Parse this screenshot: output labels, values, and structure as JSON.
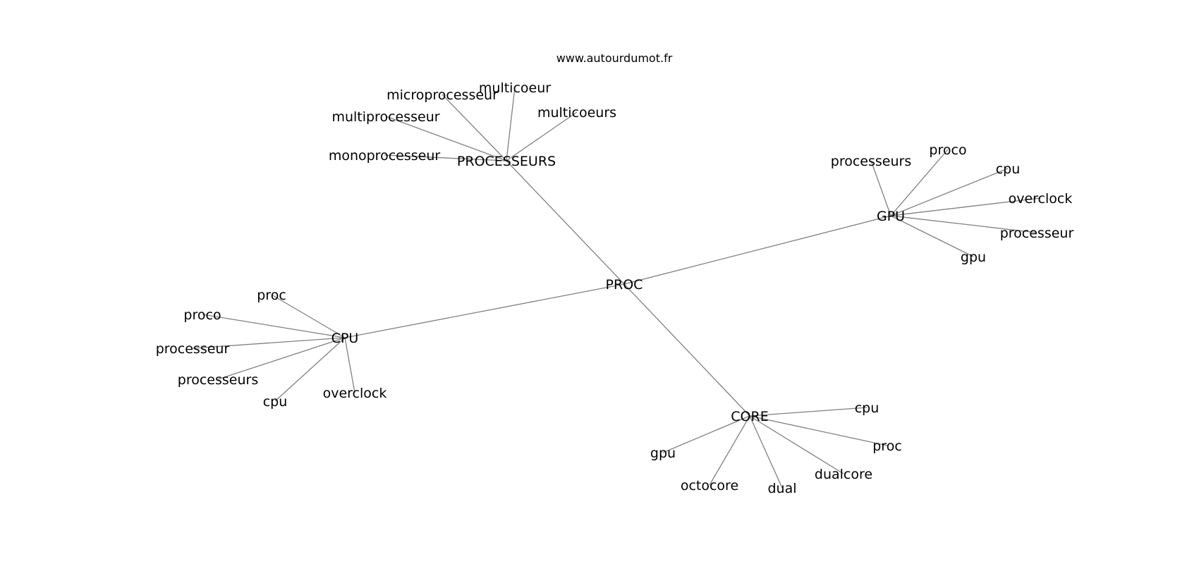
{
  "source": "www.autourdumot.fr",
  "graph": {
    "root": "PROC",
    "hubs": [
      "PROCESSEURS",
      "GPU",
      "CPU",
      "CORE"
    ],
    "edges": [
      [
        "PROC",
        "PROCESSEURS"
      ],
      [
        "PROC",
        "GPU"
      ],
      [
        "PROC",
        "CPU"
      ],
      [
        "PROC",
        "CORE"
      ],
      [
        "PROCESSEURS",
        "multicoeur"
      ],
      [
        "PROCESSEURS",
        "microprocesseur"
      ],
      [
        "PROCESSEURS",
        "multiprocesseur"
      ],
      [
        "PROCESSEURS",
        "multicoeurs"
      ],
      [
        "PROCESSEURS",
        "monoprocesseur"
      ],
      [
        "GPU",
        "processeurs"
      ],
      [
        "GPU",
        "proco"
      ],
      [
        "GPU",
        "cpu"
      ],
      [
        "GPU",
        "overclock"
      ],
      [
        "GPU",
        "processeur"
      ],
      [
        "GPU",
        "gpu"
      ],
      [
        "CPU",
        "proc"
      ],
      [
        "CPU",
        "proco"
      ],
      [
        "CPU",
        "processeur"
      ],
      [
        "CPU",
        "processeurs"
      ],
      [
        "CPU",
        "cpu"
      ],
      [
        "CPU",
        "overclock"
      ],
      [
        "CORE",
        "cpu"
      ],
      [
        "CORE",
        "proc"
      ],
      [
        "CORE",
        "gpu"
      ],
      [
        "CORE",
        "octocore"
      ],
      [
        "CORE",
        "dual"
      ],
      [
        "CORE",
        "dualcore"
      ]
    ]
  }
}
